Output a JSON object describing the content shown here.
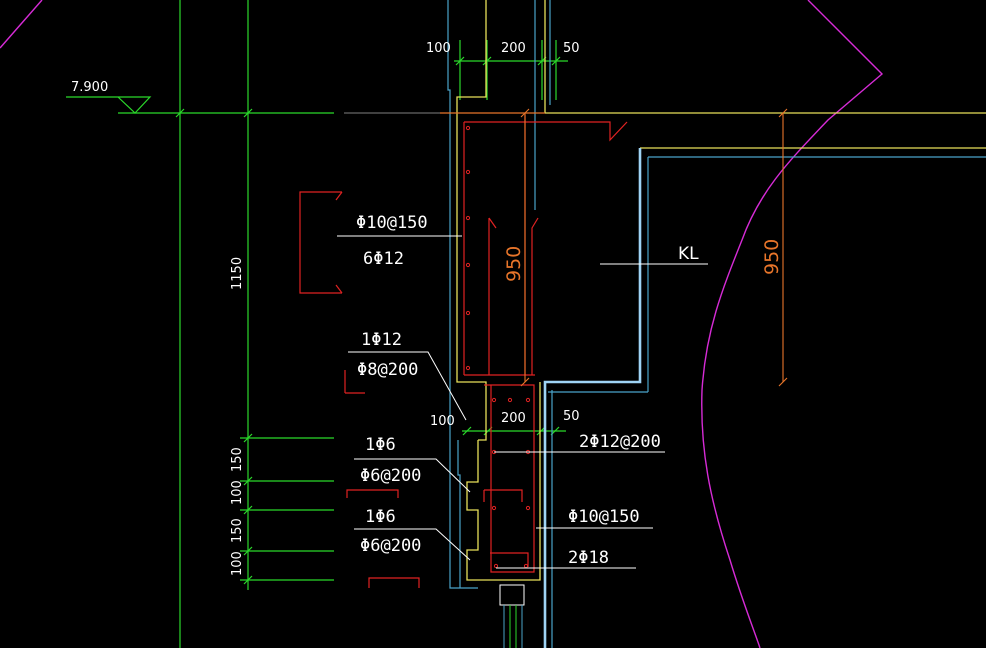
{
  "drawing": {
    "elevation_mark": "7.900",
    "dims_top": {
      "left": "100",
      "mid": "200",
      "right": "50"
    },
    "dims_mid": {
      "left": "100",
      "mid": "200",
      "right": "50"
    },
    "dims_vertical": {
      "overall": "1150",
      "d1": "150",
      "d2": "100",
      "d3": "150",
      "d4": "100"
    },
    "dim_950_inner": "950",
    "dim_950_outer": "950",
    "beam_label": "KL",
    "rebar_labels": {
      "r1": "Φ10@150",
      "r2": "6Φ12",
      "r3": "1Φ12",
      "r4": "Φ8@200",
      "r5": "2Φ12@200",
      "r6": "1Φ6",
      "r7": "Φ6@200",
      "r8": "1Φ6",
      "r9": "Φ6@200",
      "r10": "Φ10@150",
      "r11": "2Φ18"
    }
  },
  "colors": {
    "green": "#2bd92b",
    "yellow": "#e8e05a",
    "cyan": "#4aa3c9",
    "lightblue": "#9fd4f5",
    "red": "#e02222",
    "orange": "#e8752a",
    "magenta": "#d62bd6",
    "white": "#ffffff",
    "grey": "#808080"
  }
}
